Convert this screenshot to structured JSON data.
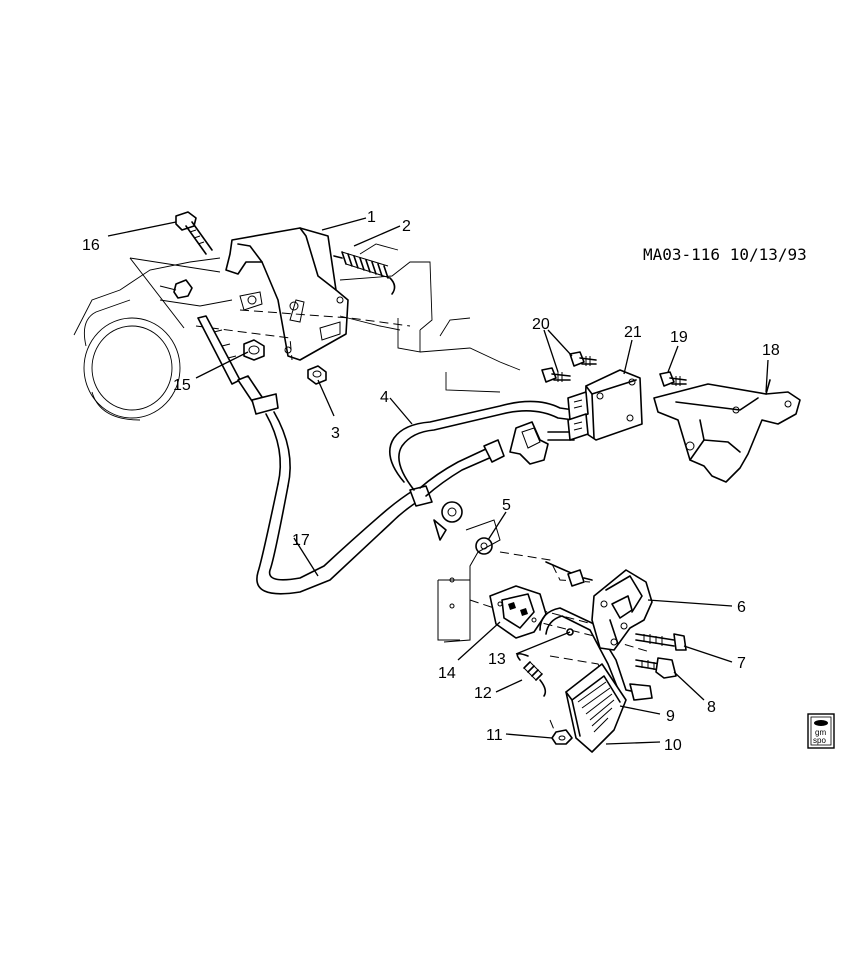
{
  "drawing": {
    "reference": "MA03-116 10/13/93",
    "badge": {
      "line1": "gm",
      "line2": "spo"
    }
  },
  "callouts": [
    {
      "id": "1",
      "icon": "support-bracket"
    },
    {
      "id": "2",
      "icon": "return-spring"
    },
    {
      "id": "3",
      "icon": "nut"
    },
    {
      "id": "4",
      "icon": "cruise-control-cable"
    },
    {
      "id": "5",
      "icon": "grommet"
    },
    {
      "id": "6",
      "icon": "pedal-bracket"
    },
    {
      "id": "7",
      "icon": "bolt"
    },
    {
      "id": "8",
      "icon": "bolt"
    },
    {
      "id": "9",
      "icon": "pedal-arm"
    },
    {
      "id": "10",
      "icon": "pedal-pad"
    },
    {
      "id": "11",
      "icon": "nut"
    },
    {
      "id": "12",
      "icon": "spring"
    },
    {
      "id": "13",
      "icon": "stud"
    },
    {
      "id": "14",
      "icon": "pedal-mount-plate"
    },
    {
      "id": "15",
      "icon": "nut"
    },
    {
      "id": "16",
      "icon": "bolt"
    },
    {
      "id": "17",
      "icon": "accelerator-cable"
    },
    {
      "id": "18",
      "icon": "module-bracket"
    },
    {
      "id": "19",
      "icon": "bolt"
    },
    {
      "id": "20",
      "icon": "bolt"
    },
    {
      "id": "21",
      "icon": "cruise-control-module"
    }
  ]
}
